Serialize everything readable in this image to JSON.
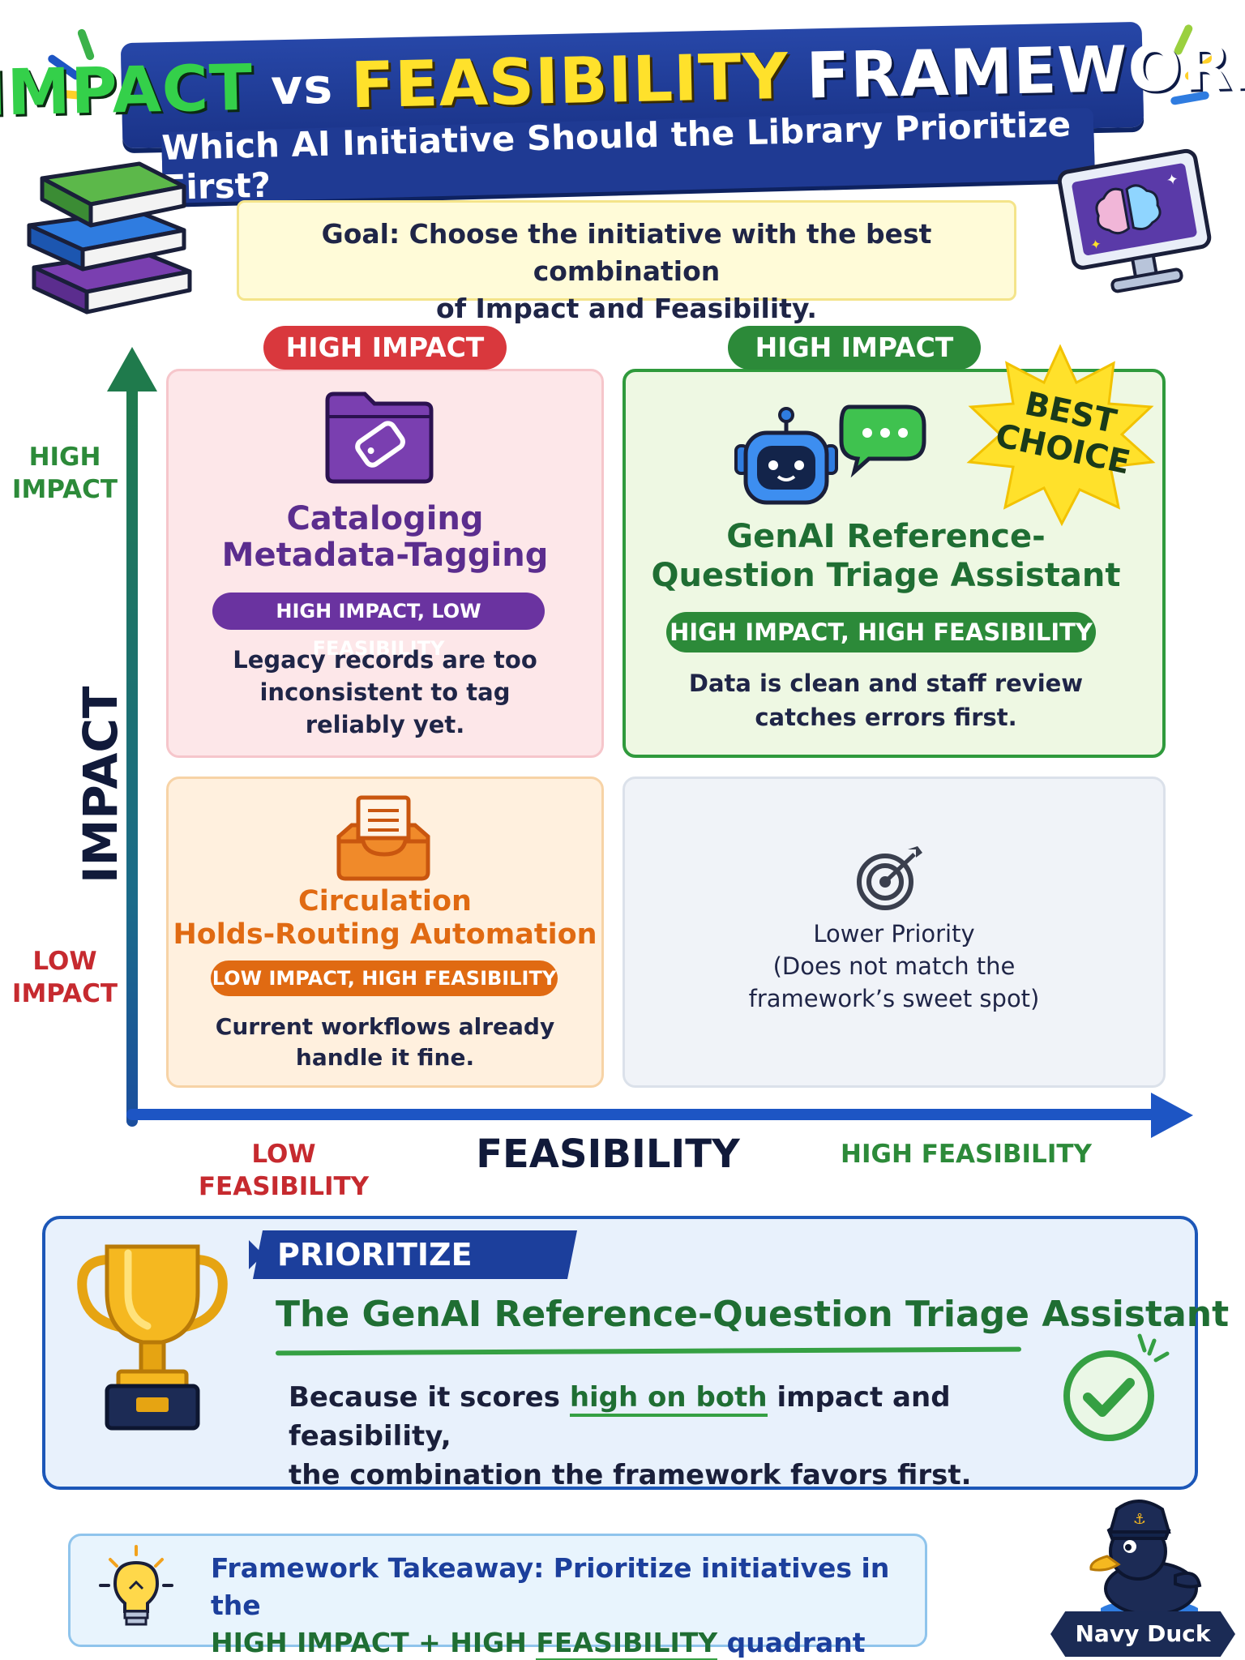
{
  "title": {
    "impact": "IMPACT",
    "vs": "vs",
    "feasibility": "FEASIBILITY",
    "framework": "FRAMEWORK",
    "subtitle": "Which AI Initiative Should the Library Prioritize First?"
  },
  "goal": {
    "line1": "Goal: Choose the initiative with the best combination",
    "line2": "of Impact and Feasibility."
  },
  "axes": {
    "y_label": "IMPACT",
    "y_high_1": "HIGH",
    "y_high_2": "IMPACT",
    "y_low_1": "LOW",
    "y_low_2": "IMPACT",
    "x_label": "FEASIBILITY",
    "x_low": "LOW FEASIBILITY",
    "x_high": "HIGH FEASIBILITY"
  },
  "quadrants": {
    "top_left": {
      "header": "HIGH IMPACT",
      "title_1": "Cataloging",
      "title_2": "Metadata-Tagging",
      "badge": "HIGH IMPACT, LOW FEASIBILITY",
      "desc_1": "Legacy records are too",
      "desc_2": "inconsistent to tag",
      "desc_3": "reliably yet."
    },
    "top_right": {
      "header": "HIGH IMPACT",
      "starburst_1": "BEST",
      "starburst_2": "CHOICE",
      "title_1": "GenAI Reference-",
      "title_2": "Question Triage Assistant",
      "badge": "HIGH IMPACT, HIGH FEASIBILITY",
      "desc_1": "Data is clean and staff review",
      "desc_2": "catches errors first."
    },
    "bottom_left": {
      "title_1": "Circulation",
      "title_2": "Holds-Routing Automation",
      "badge": "LOW IMPACT, HIGH FEASIBILITY",
      "desc_1": "Current workflows already",
      "desc_2": "handle it fine."
    },
    "bottom_right": {
      "line1": "Lower Priority",
      "line2": "(Does not match the",
      "line3": "framework’s sweet spot)"
    }
  },
  "prioritize": {
    "tag": "PRIORITIZE FIRST:",
    "headline": "The GenAI Reference-Question Triage Assistant",
    "body1_pre": "Because it scores ",
    "body1_emph": "high on both",
    "body1_post": " impact and feasibility,",
    "body2": "the combination the framework favors first."
  },
  "takeaway": {
    "line1": "Framework Takeaway: Prioritize initiatives in the",
    "line2_pre": "HIGH IMPACT + HIGH ",
    "line2_emph": "FEASIBILITY",
    "line2_post": " quadrant first."
  },
  "mascot": {
    "label": "Navy Duck"
  },
  "colors": {
    "green": "#2c8a39",
    "red": "#d9383d",
    "purple": "#5b2d8e",
    "orange": "#e06a12",
    "navy": "#1c3f9c"
  }
}
